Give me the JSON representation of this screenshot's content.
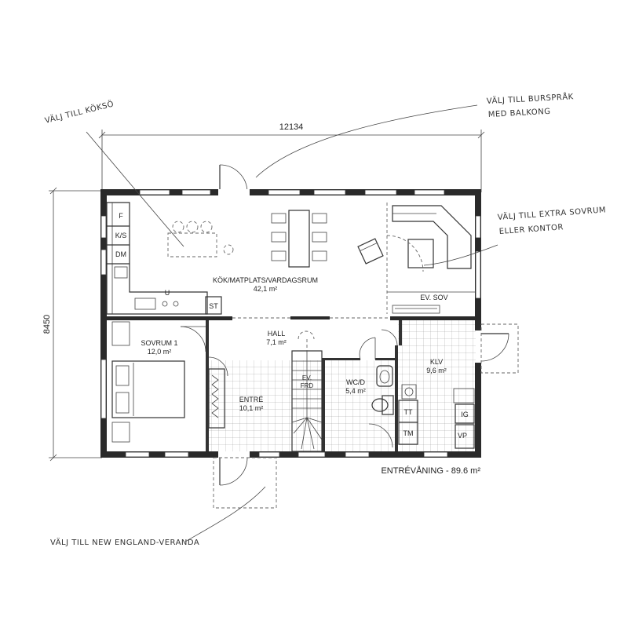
{
  "dimensions": {
    "width": "12134",
    "depth": "8450"
  },
  "rooms": {
    "kitchen_living": {
      "name": "KÖK/MATPLATS/VARDAGSRUM",
      "area": "42,1 m²"
    },
    "bedroom": {
      "name": "SOVRUM 1",
      "area": "12,0 m²"
    },
    "hall": {
      "name": "HALL",
      "area": "7,1 m²"
    },
    "entry": {
      "name": "ENTRÉ",
      "area": "10,1 m²"
    },
    "wc": {
      "name": "WC/D",
      "area": "5,4 m²"
    },
    "klv": {
      "name": "KLV",
      "area": "9,6 m²"
    },
    "ev_sov": {
      "name": "EV. SOV"
    },
    "ev_frd": {
      "line1": "EV.",
      "line2": "FRD"
    }
  },
  "fixtures": {
    "f": "F",
    "ks": "K/S",
    "dm": "DM",
    "u": "U",
    "st": "ST",
    "tt": "TT",
    "tm": "TM",
    "ig": "IG",
    "vp": "VP"
  },
  "floor_label": "ENTRÉVÅNING - 89.6 m²",
  "annotations": {
    "koksoe": "VÄLJ TILL KÖKSÖ",
    "burspraak_1": "VÄLJ TILL BURSPRÅK",
    "burspraak_2": "MED BALKONG",
    "extra_sovrum_1": "VÄLJ TILL EXTRA SOVRUM",
    "extra_sovrum_2": "ELLER KONTOR",
    "veranda": "VÄLJ TILL NEW ENGLAND-VERANDA"
  }
}
